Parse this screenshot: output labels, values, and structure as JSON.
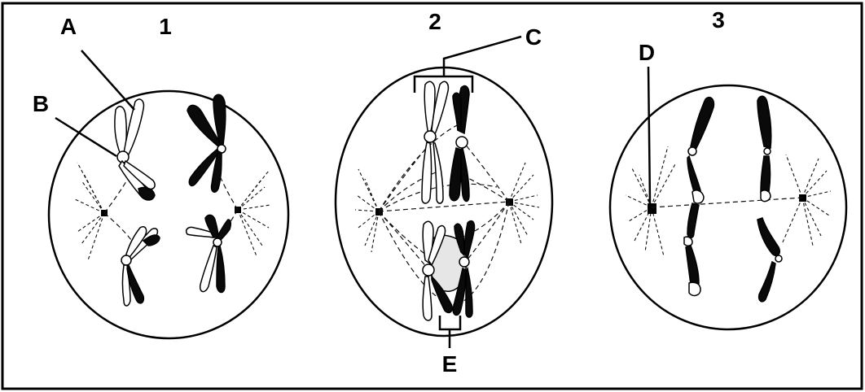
{
  "stage_labels": {
    "stage1": "1",
    "stage2": "2",
    "stage3": "3"
  },
  "part_labels": {
    "a": "A",
    "b": "B",
    "c": "C",
    "d": "D",
    "e": "E"
  }
}
